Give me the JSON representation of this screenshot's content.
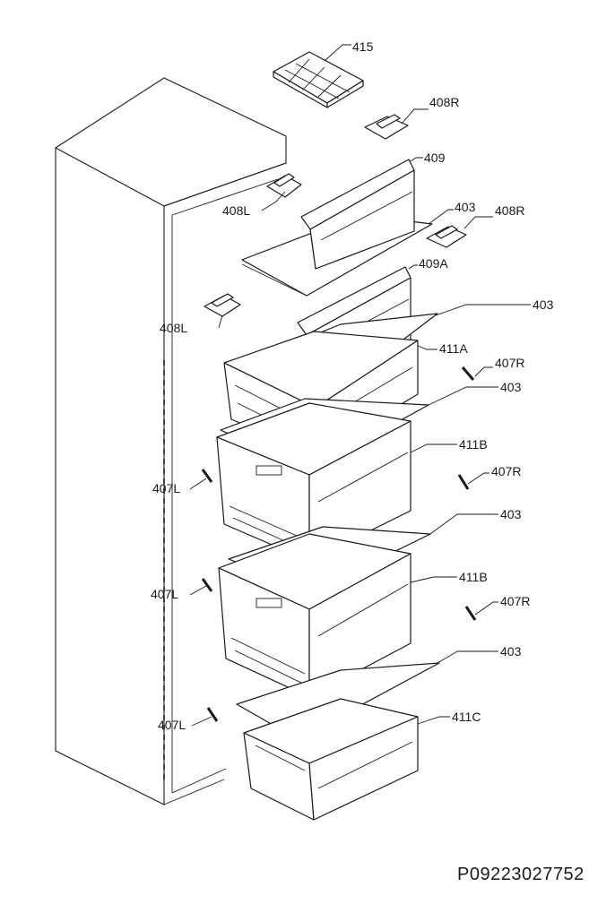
{
  "labels": {
    "l415": "415",
    "l408R_top": "408R",
    "l409": "409",
    "l408L_top": "408L",
    "l403_a": "403",
    "l408R_mid": "408R",
    "l409A": "409A",
    "l408L_mid": "408L",
    "l403_b": "403",
    "l411A": "411A",
    "l407R_a": "407R",
    "l403_c": "403",
    "l411B_a": "411B",
    "l407L_a": "407L",
    "l407R_b": "407R",
    "l403_d": "403",
    "l407L_b": "407L",
    "l411B_b": "411B",
    "l407R_c": "407R",
    "l403_e": "403",
    "l407L_c": "407L",
    "l411C": "411C"
  },
  "diagram_code": "P09223027752"
}
